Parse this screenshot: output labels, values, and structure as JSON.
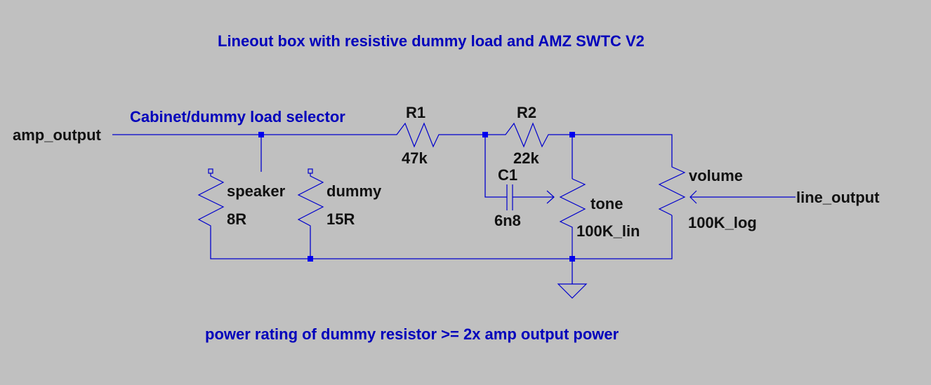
{
  "title": "Lineout box with resistive dummy load and AMZ SWTC V2",
  "selector_label": "Cabinet/dummy load selector",
  "footer_note": "power rating of dummy resistor >= 2x amp output power",
  "colors": {
    "background": "#c0c0c0",
    "wire": "#0000cc",
    "note_text": "#0000bb",
    "label_text": "#111111"
  },
  "nets": {
    "input": "amp_output",
    "output": "line_output"
  },
  "components": {
    "speaker": {
      "name": "speaker",
      "value": "8R",
      "type": "resistor"
    },
    "dummy": {
      "name": "dummy",
      "value": "15R",
      "type": "resistor"
    },
    "r1": {
      "name": "R1",
      "value": "47k",
      "type": "resistor"
    },
    "r2": {
      "name": "R2",
      "value": "22k",
      "type": "resistor"
    },
    "c1": {
      "name": "C1",
      "value": "6n8",
      "type": "capacitor"
    },
    "tone": {
      "name": "tone",
      "value": "100K_lin",
      "type": "potentiometer"
    },
    "volume": {
      "name": "volume",
      "value": "100K_log",
      "type": "potentiometer"
    }
  },
  "ground": {
    "symbol": "ground-icon"
  }
}
